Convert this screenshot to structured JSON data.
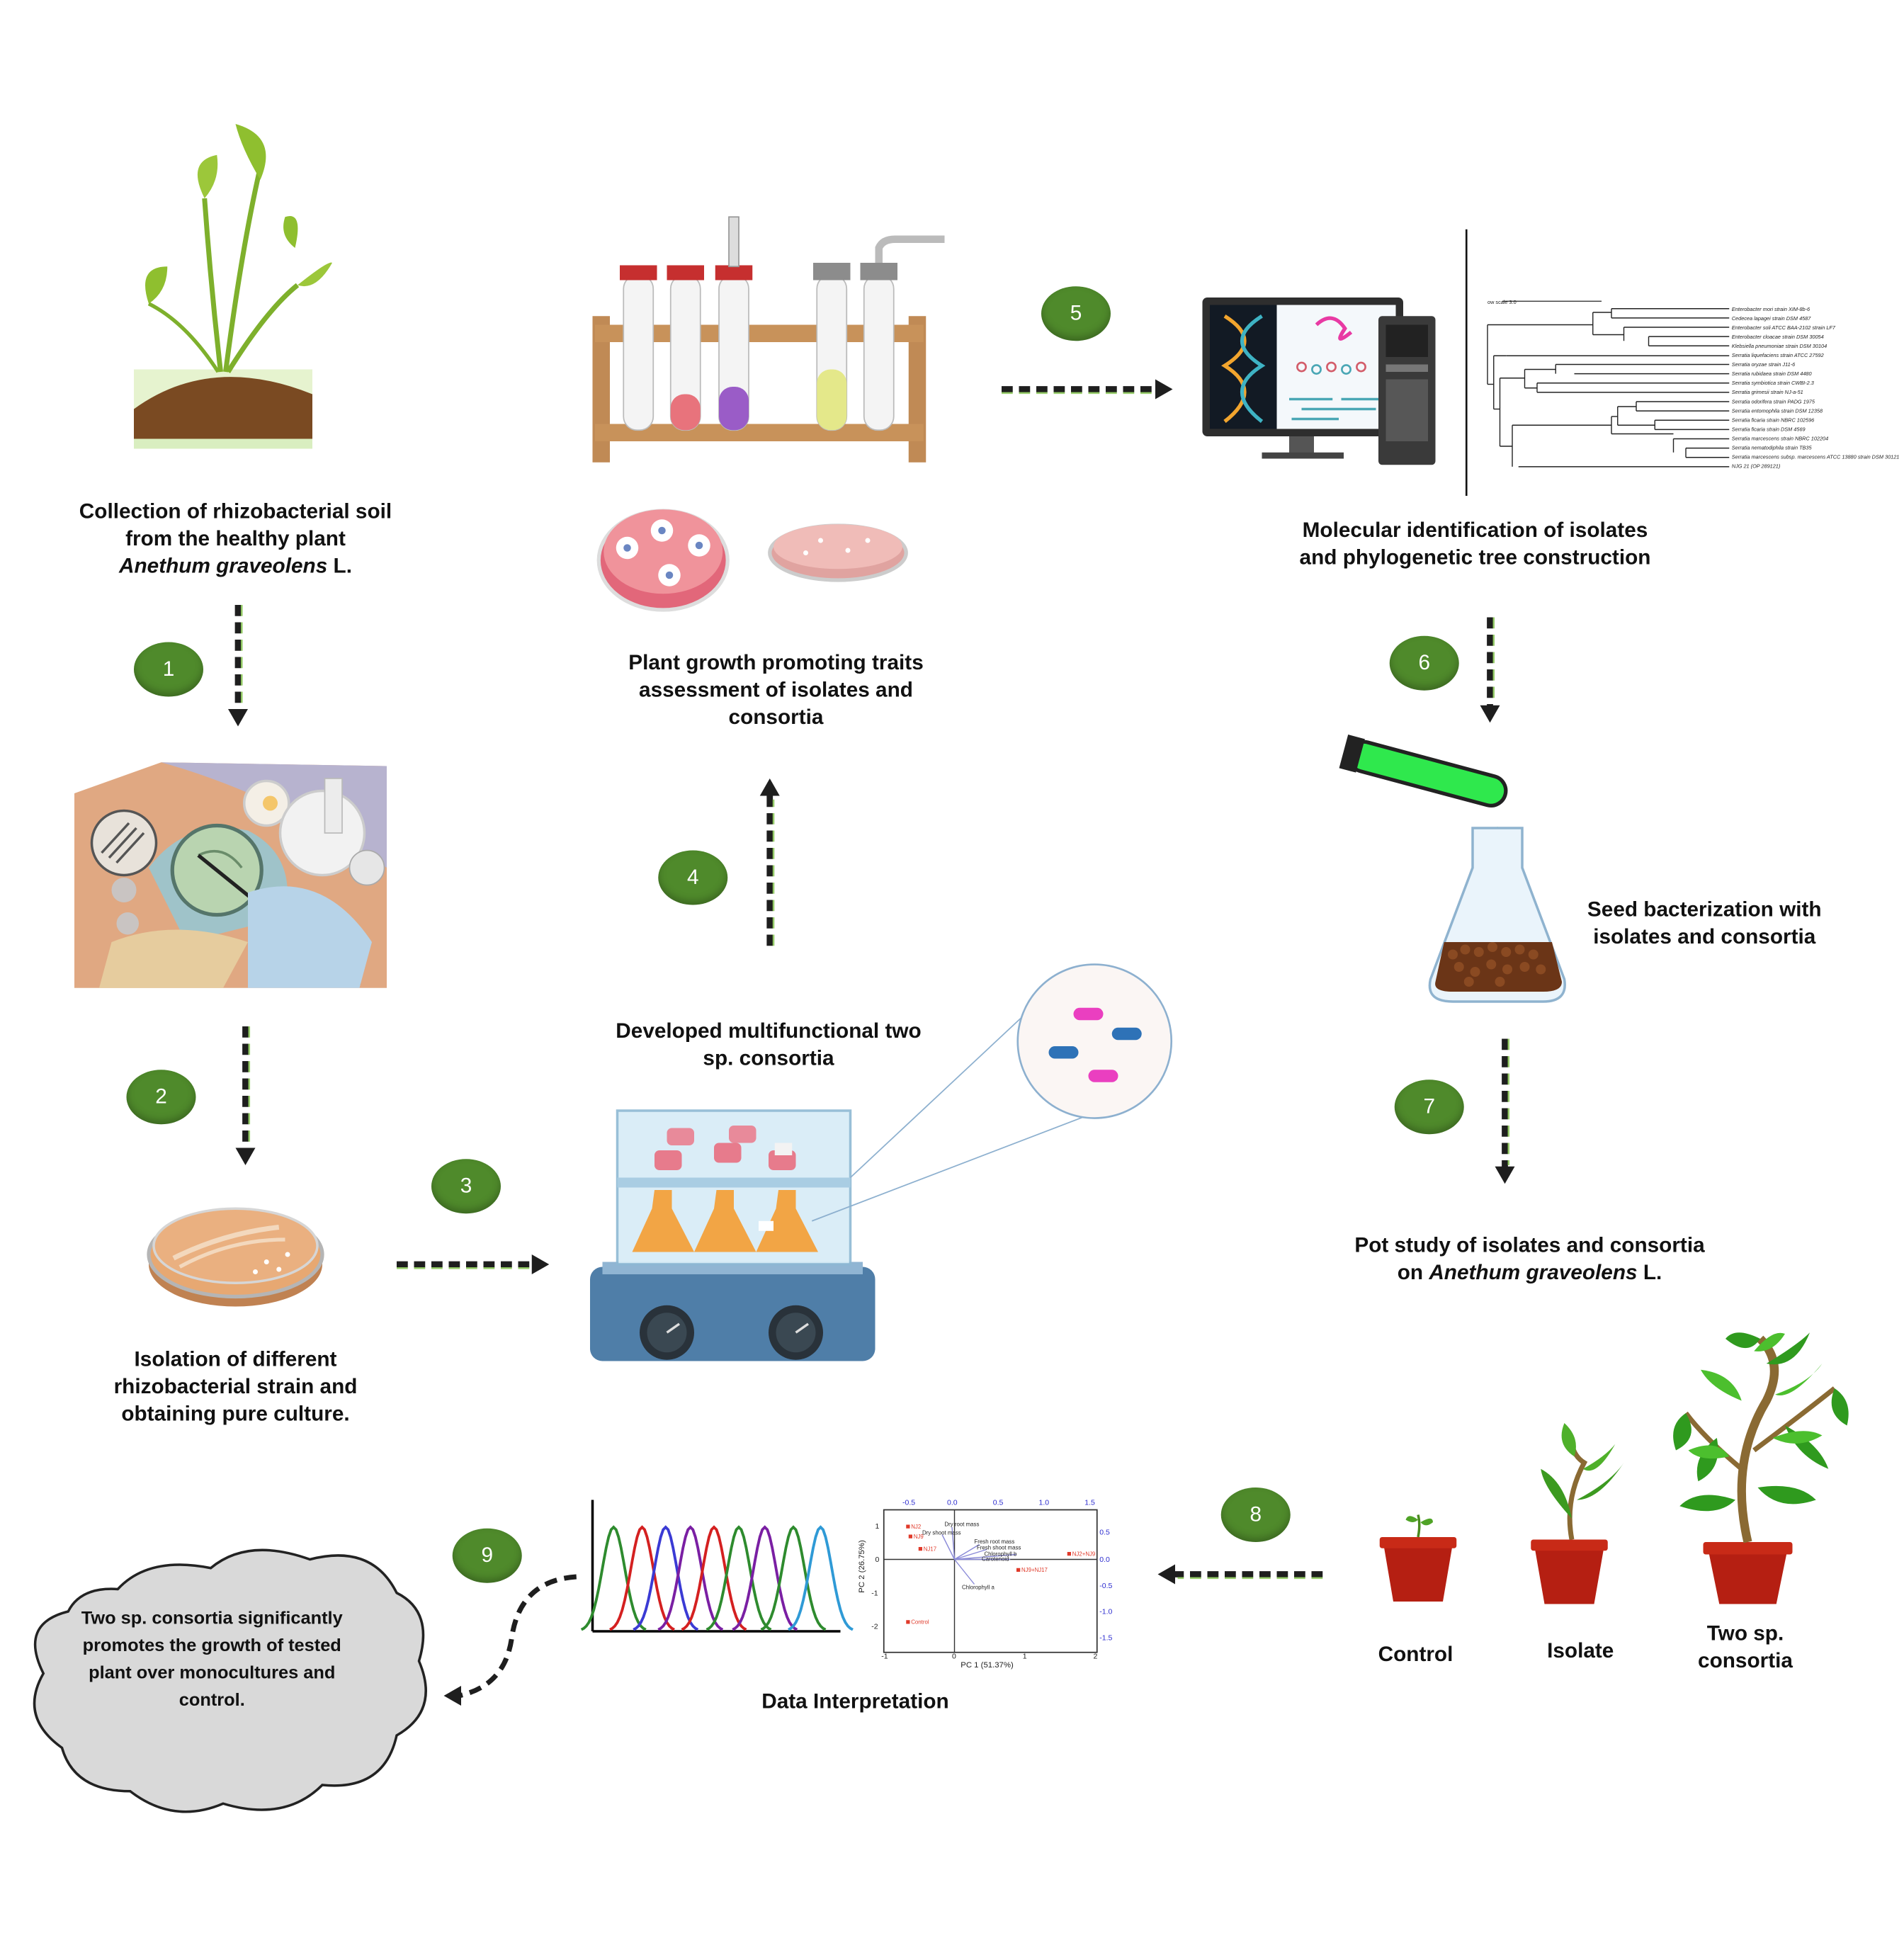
{
  "steps": {
    "collection": {
      "line1": "Collection of rhizobacterial soil",
      "line2": "from the healthy plant",
      "line3_italic": "Anethum graveolens",
      "line3_rest": " L."
    },
    "isolation": {
      "line1": "Isolation of different",
      "line2": "rhizobacterial strain and",
      "line3": "obtaining pure culture."
    },
    "consortia": {
      "line1": "Developed multifunctional two",
      "line2": "sp. consortia"
    },
    "pgp": {
      "line1": "Plant growth promoting traits",
      "line2": "assessment of isolates and",
      "line3": "consortia"
    },
    "molecular": {
      "line1": "Molecular identification of isolates",
      "line2": "and phylogenetic tree construction"
    },
    "seed": {
      "line1": "Seed bacterization with",
      "line2": "isolates and consortia"
    },
    "pot": {
      "line1": "Pot study of isolates and consortia",
      "line2_prefix": "on ",
      "line2_italic": "Anethum graveolens",
      "line2_rest": " L."
    },
    "data": {
      "label": "Data Interpretation"
    },
    "conclusion": {
      "line1": "Two sp. consortia",
      "line2": "significantly promotes the",
      "line3": "growth of tested  plant",
      "line4": "over monocultures and",
      "line5": "control."
    }
  },
  "pots": {
    "control": "Control",
    "isolate": "Isolate",
    "two_sp_line1": "Two sp.",
    "two_sp_line2": "consortia"
  },
  "badges": [
    "1",
    "2",
    "3",
    "4",
    "5",
    "6",
    "7",
    "8",
    "9"
  ],
  "pca": {
    "xlabel": "PC 1 (51.37%)",
    "ylabel": "PC 2 (26.75%)",
    "bottom_ticks": [
      "-1",
      "0",
      "1",
      "2"
    ],
    "top_ticks": [
      "-0.5",
      "0.0",
      "0.5",
      "1.0",
      "1.5"
    ],
    "left_ticks": [
      "1",
      "0",
      "-1",
      "-2"
    ],
    "right_ticks": [
      "0.5",
      "0.0",
      "-0.5",
      "-1.0",
      "-1.5"
    ],
    "vectors": [
      "Dry root mass",
      "Dry shoot mass",
      "Fresh root mass",
      "Fresh shoot mass",
      "Chlorophyll b",
      "Carotenoid",
      "Chlorophyll a"
    ],
    "points": [
      "NJ2",
      "NJ9",
      "NJ17",
      "NJ2+NJ9",
      "NJ9+NJ17",
      "Control"
    ]
  },
  "tree_taxa": [
    "Enterobacter mori strain XIM-8b-6",
    "Cedecea lapagei strain DSM 4587",
    "Enterobacter soli ATCC BAA-2102 strain LF7",
    "Enterobacter cloacae strain DSM 30054",
    "Klebsiella pneumoniae strain DSM 30104",
    "Serratia liquefaciens strain ATCC 27592",
    "Serratia oryzae strain J11-6",
    "Serratia rubidaea strain DSM 4480",
    "Serratia symbiotica strain CWBI-2.3",
    "Serratia grimesii strain NJ-a-51",
    "Serratia odorifera strain PADG 1975",
    "Serratia entomophila strain DSM 12358",
    "Serratia ficaria strain NBRC 102596",
    "Serratia ficaria strain DSM 4569",
    "Serratia marcescens strain NBRC 102204",
    "Serratia nematodiphila strain TB35",
    "Serratia marcescens subsp. marcescens ATCC 13880 strain DSM 30121",
    "NJG 21 (OP 289121)"
  ],
  "tree_scale": "ow scale 3.0"
}
